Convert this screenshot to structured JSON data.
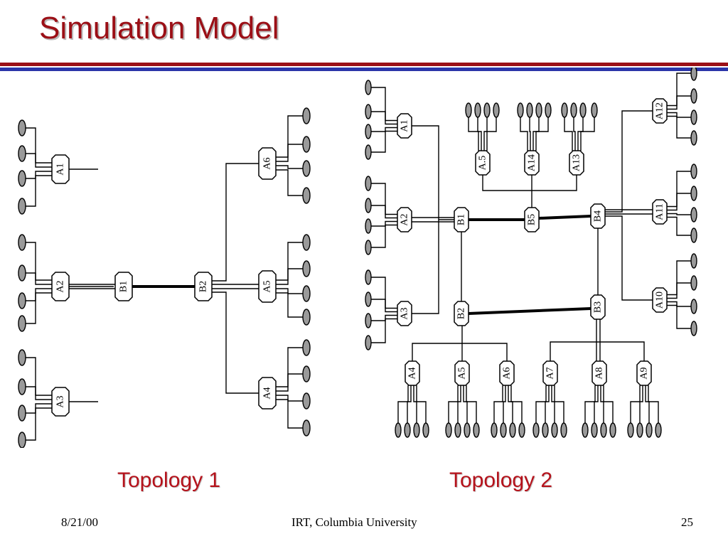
{
  "title": "Simulation Model",
  "accent_colors": {
    "title": "#9b0f16",
    "rule_red": "#9b0f16",
    "rule_blue": "#2b35a8",
    "labels": "#b5121b"
  },
  "topology1": {
    "label": "Topology 1",
    "nodes": [
      "A1",
      "A2",
      "A3",
      "B1",
      "B2",
      "A6",
      "A5",
      "A4"
    ]
  },
  "topology2": {
    "label": "Topology 2",
    "nodes": [
      "A1",
      "A2",
      "A3",
      "A.5",
      "A14",
      "A13",
      "B1",
      "B5",
      "B4",
      "B2",
      "B3",
      "A12",
      "A11",
      "A10",
      "A4",
      "A5",
      "A6",
      "A7",
      "A8",
      "A9"
    ]
  },
  "footer": {
    "date": "8/21/00",
    "center": "IRT, Columbia University",
    "page": "25"
  }
}
